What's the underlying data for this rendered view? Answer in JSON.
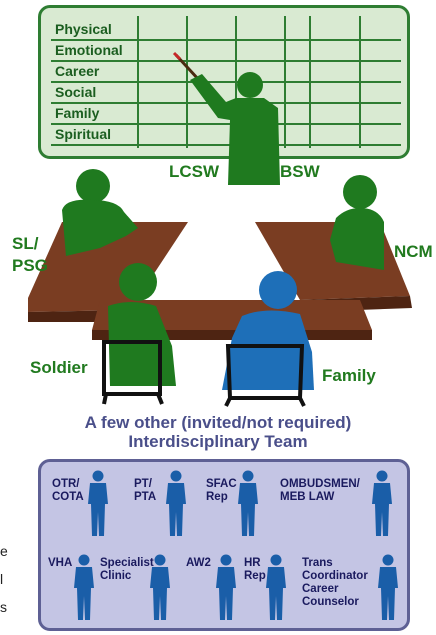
{
  "board": {
    "rows": [
      "Physical",
      "Emotional",
      "Career",
      "Social",
      "Family",
      "Spiritual"
    ]
  },
  "labels": {
    "lcsw": "LCSW",
    "bsw": "BSW",
    "sl_psg": "SL/\nPSG",
    "ncm": "NCM",
    "soldier": "Soldier",
    "family": "Family"
  },
  "team": {
    "title_line1": "A few other (invited/not required)",
    "title_line2": "Interdisciplinary Team",
    "members": [
      "OTR/\nCOTA",
      "PT/\nPTA",
      "SFAC\nRep",
      "OMBUDSMEN/\nMEB LAW",
      "VHA",
      "Specialist\nClinic",
      "AW2",
      "HR\nRep",
      "Trans\nCoordinator\nCareer\nCounselor"
    ]
  },
  "edge_text": [
    "e",
    "l",
    "s"
  ],
  "colors": {
    "board_bg": "#d9ead2",
    "board_border": "#2e7d32",
    "green_figure": "#1f7a1f",
    "blue_figure": "#1e6fb8",
    "table": "#7a3d22",
    "team_bg": "#c4c5e4",
    "team_border": "#5e6094"
  }
}
